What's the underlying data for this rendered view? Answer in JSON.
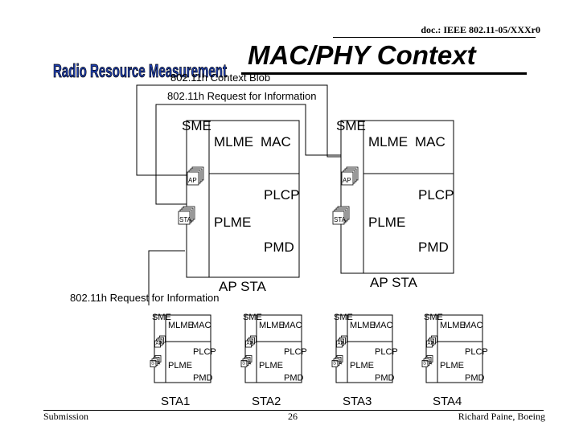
{
  "header": {
    "doc_id": "doc.: IEEE 802.11-05/XXXr0"
  },
  "slide": {
    "title": "MAC/PHY Context"
  },
  "logo": {
    "text": "Radio Resource Measurement"
  },
  "labels": {
    "context_blob": "802.11h Context Blob",
    "request_top": "802.11h Request for Information",
    "request_bottom": "802.11h Request for Information"
  },
  "ap_stacks": [
    {
      "sme": "SME",
      "mlme": "MLME",
      "mac": "MAC",
      "ap": "AP",
      "sta": "STA",
      "plcp": "PLCP",
      "plme": "PLME",
      "pmd": "PMD",
      "caption": "AP STA"
    },
    {
      "sme": "SME",
      "mlme": "MLME",
      "mac": "MAC",
      "ap": "AP",
      "sta": "STA",
      "plcp": "PLCP",
      "plme": "PLME",
      "pmd": "PMD",
      "caption": "AP STA"
    }
  ],
  "sta_stacks": [
    {
      "sme": "SME",
      "mlme": "MLME",
      "mac": "MAC",
      "ap": "AP",
      "sta": "STA",
      "plcp": "PLCP",
      "plme": "PLME",
      "pmd": "PMD",
      "caption": "STA1"
    },
    {
      "sme": "SME",
      "mlme": "MLME",
      "mac": "MAC",
      "ap": "AP",
      "sta": "STA",
      "plcp": "PLCP",
      "plme": "PLME",
      "pmd": "PMD",
      "caption": "STA2"
    },
    {
      "sme": "SME",
      "mlme": "MLME",
      "mac": "MAC",
      "ap": "AP",
      "sta": "STA",
      "plcp": "PLCP",
      "plme": "PLME",
      "pmd": "PMD",
      "caption": "STA3"
    },
    {
      "sme": "SME",
      "mlme": "MLME",
      "mac": "MAC",
      "ap": "AP",
      "sta": "STA",
      "plcp": "PLCP",
      "plme": "PLME",
      "pmd": "PMD",
      "caption": "STA4"
    }
  ],
  "footer": {
    "left": "Submission",
    "page": "26",
    "author": "Richard Paine, Boeing"
  },
  "colors": {
    "logo_fill": "#1f3fb0",
    "logo_outline": "#000000",
    "title_rule": "#000000"
  }
}
